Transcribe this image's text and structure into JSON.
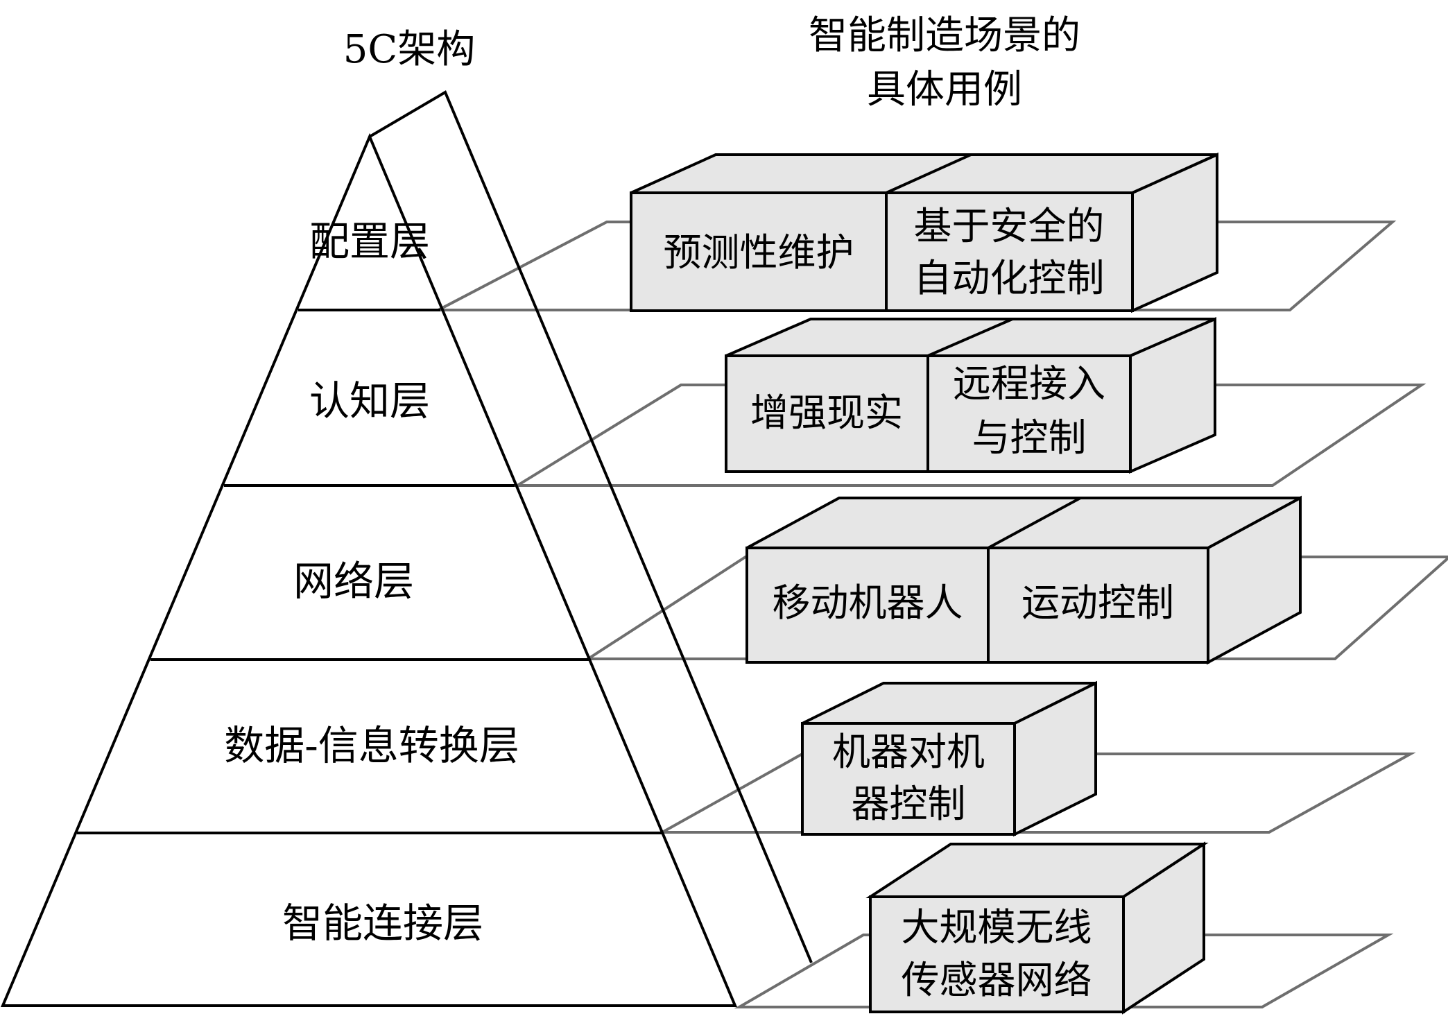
{
  "header": {
    "left_title": "5C架构",
    "right_title_line1": "智能制造场景的",
    "right_title_line2": "具体用例"
  },
  "layers": [
    {
      "name": "配置层"
    },
    {
      "name": "认知层"
    },
    {
      "name": "网络层"
    },
    {
      "name": "数据-信息转换层"
    },
    {
      "name": "智能连接层"
    }
  ],
  "use_cases": {
    "row1": {
      "box1_line1": "预测性维护",
      "box2_line1": "基于安全的",
      "box2_line2": "自动化控制"
    },
    "row2": {
      "box1_line1": "增强现实",
      "box2_line1": "远程接入",
      "box2_line2": "与控制"
    },
    "row3": {
      "box1_line1": "移动机器人",
      "box2_line1": "运动控制"
    },
    "row4": {
      "box1_line1": "机器对机",
      "box1_line2": "器控制"
    },
    "row5": {
      "box1_line1": "大规模无线",
      "box1_line2": "传感器网络"
    }
  },
  "colors": {
    "box_fill": "#e6e6e6",
    "platform_stroke": "#6e6e6e",
    "line": "#000000"
  }
}
